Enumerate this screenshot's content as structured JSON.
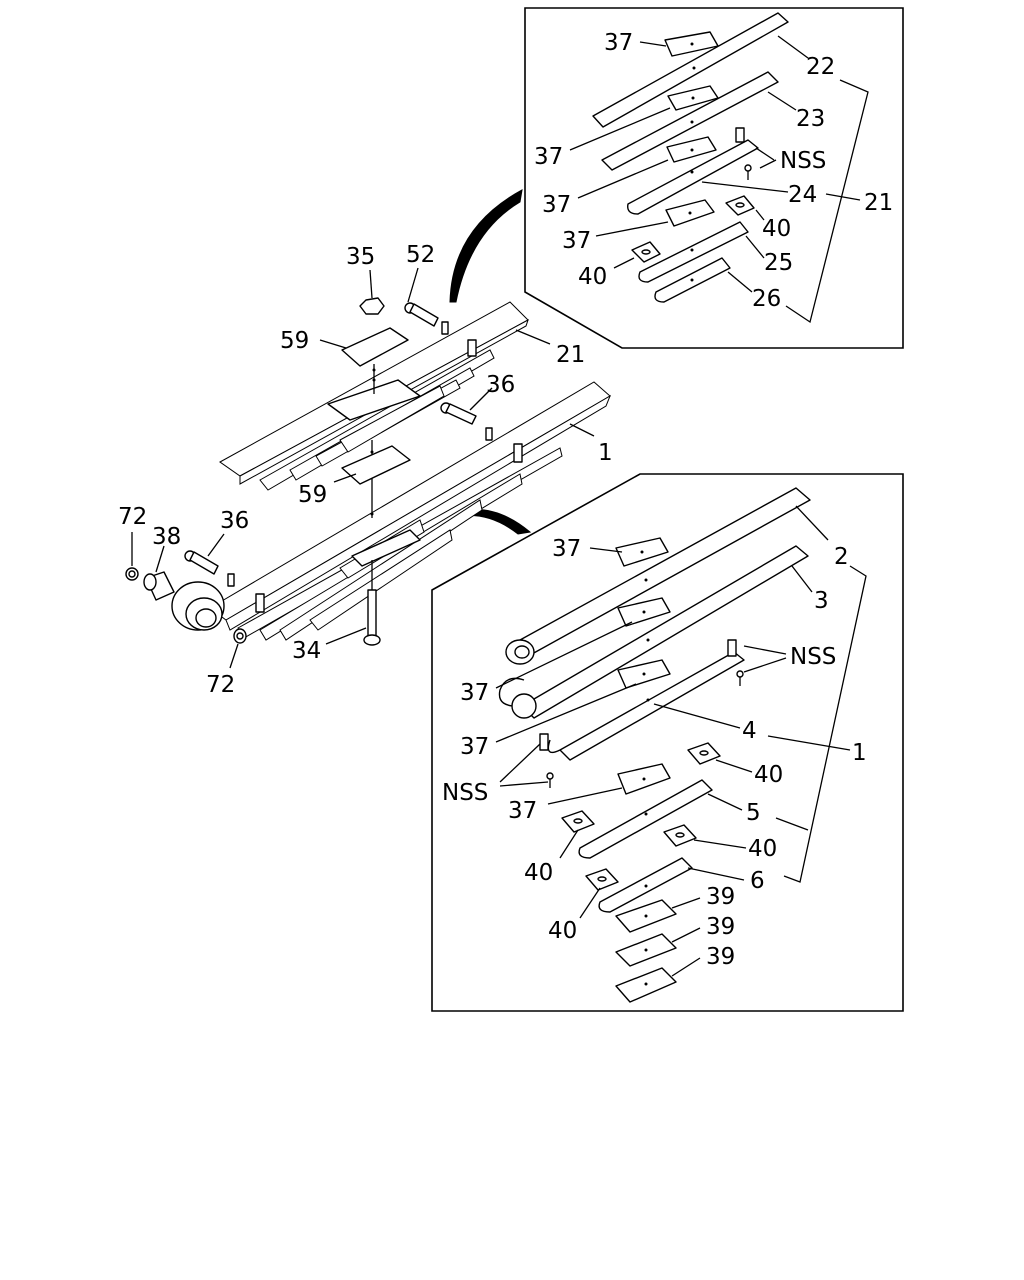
{
  "diagram": {
    "callouts": {
      "c22": "22",
      "c23": "23",
      "c24": "24",
      "c21a": "21",
      "c25": "25",
      "c26": "26",
      "c37a": "37",
      "c37b": "37",
      "c37c": "37",
      "c37d": "37",
      "nssA": "NSS",
      "c40a": "40",
      "c40b": "40",
      "c35": "35",
      "c52": "52",
      "c59a": "59",
      "c21b": "21",
      "c36a": "36",
      "c1a": "1",
      "c59b": "59",
      "c72a": "72",
      "c38": "38",
      "c36b": "36",
      "c34": "34",
      "c72b": "72",
      "c2": "2",
      "c3": "3",
      "nssB": "NSS",
      "c4": "4",
      "c1b": "1",
      "c37e": "37",
      "c37f": "37",
      "c37g": "37",
      "c37h": "37",
      "nssC": "NSS",
      "c40c": "40",
      "c5": "5",
      "c40d": "40",
      "c40e": "40",
      "c6": "6",
      "c40f": "40",
      "c39a": "39",
      "c39b": "39",
      "c39c": "39"
    }
  }
}
